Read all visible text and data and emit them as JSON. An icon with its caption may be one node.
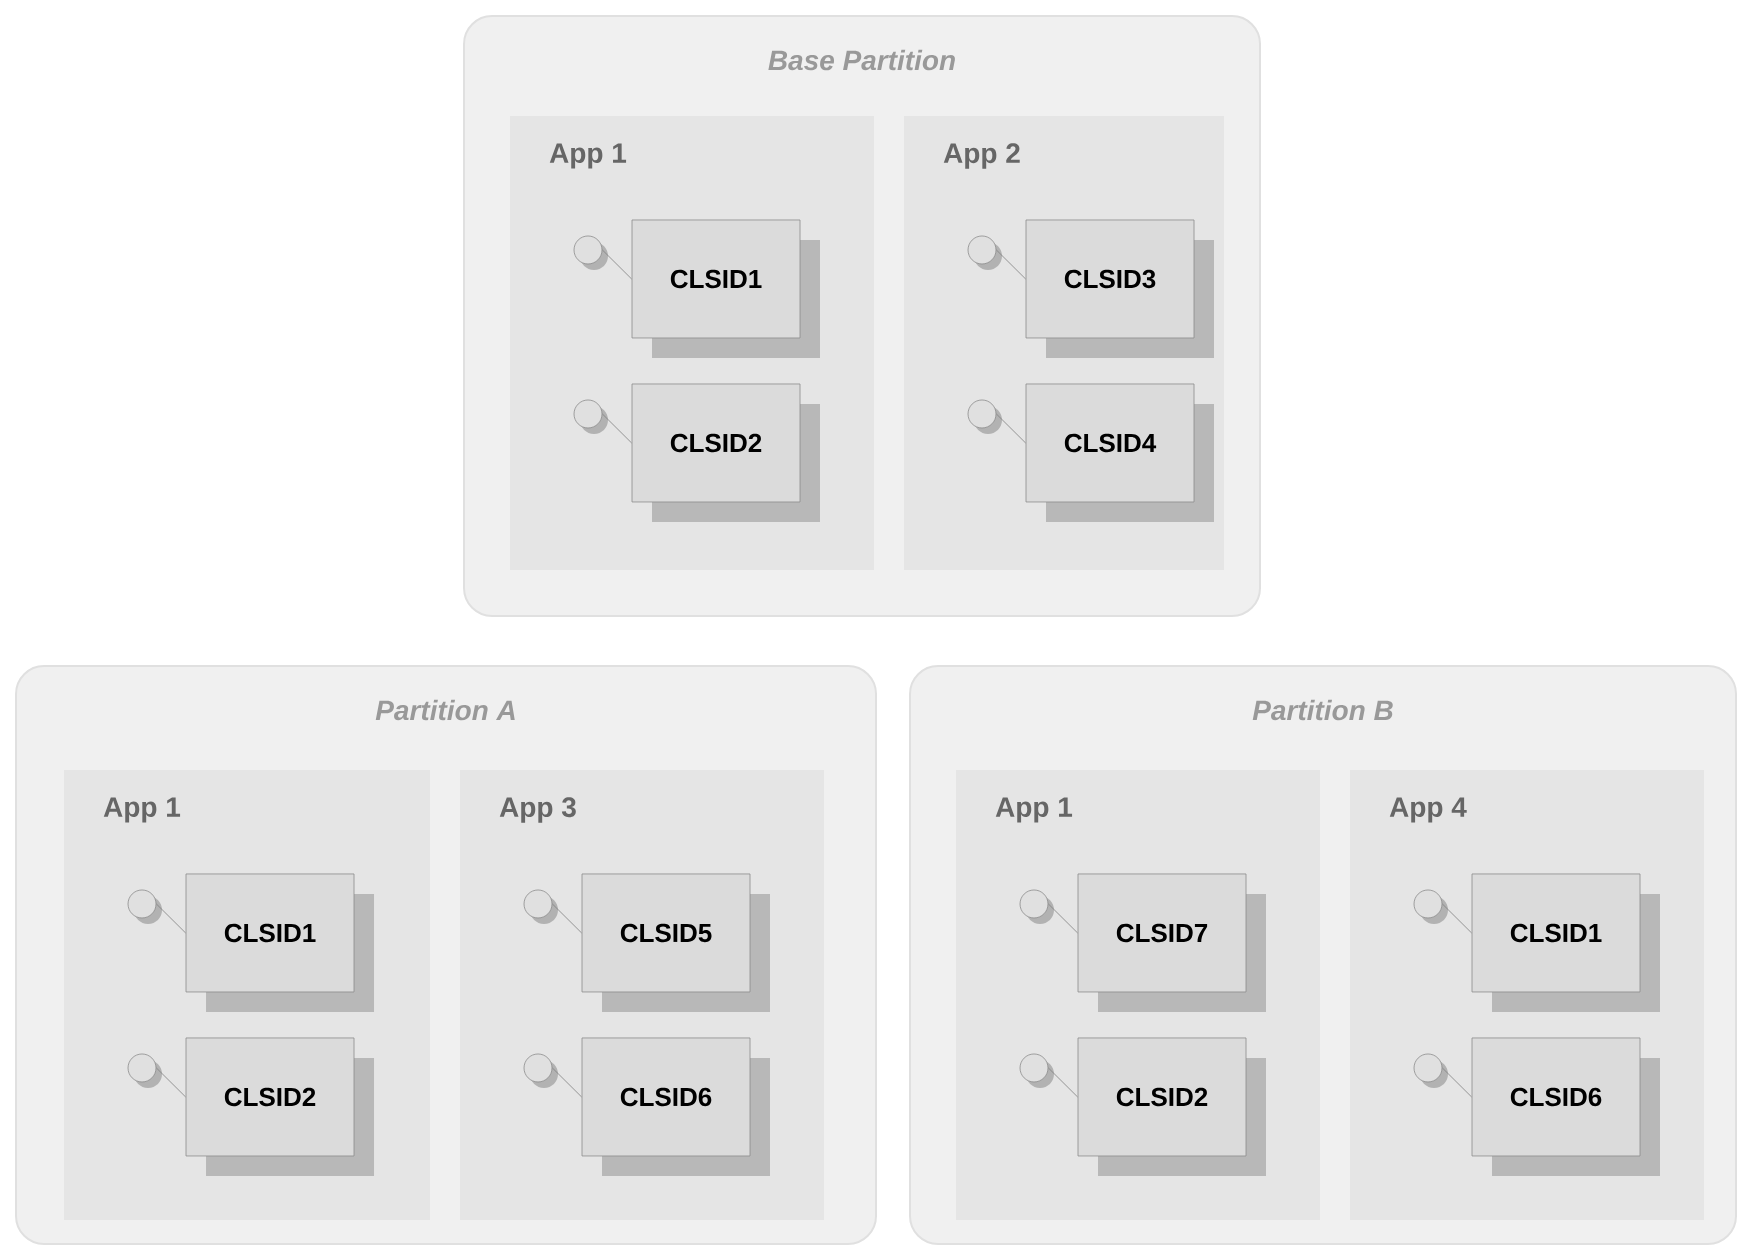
{
  "diagram": {
    "nodes": [
      {
        "text": [
          "Base Partition"
        ]
      },
      {
        "text": [
          "App 1"
        ],
        "in": 0
      },
      {
        "text": [],
        "shape": "circle",
        "in": 1
      },
      {
        "text": [
          "CLSID1"
        ],
        "in": 1
      },
      {
        "text": [],
        "shape": "circle",
        "in": 1
      },
      {
        "text": [
          "CLSID2"
        ],
        "in": 1
      },
      {
        "text": [
          "App 2"
        ],
        "in": 0
      },
      {
        "text": [],
        "shape": "circle",
        "in": 6
      },
      {
        "text": [
          "CLSID3"
        ],
        "in": 6
      },
      {
        "text": [],
        "shape": "circle",
        "in": 6
      },
      {
        "text": [
          "CLSID4"
        ],
        "in": 6
      },
      {
        "text": [
          "Partition A"
        ]
      },
      {
        "text": [
          "App 1"
        ],
        "in": 11
      },
      {
        "text": [],
        "shape": "circle",
        "in": 12
      },
      {
        "text": [
          "CLSID1"
        ],
        "in": 12
      },
      {
        "text": [],
        "shape": "circle",
        "in": 12
      },
      {
        "text": [
          "CLSID2"
        ],
        "in": 12
      },
      {
        "text": [
          "App 3"
        ],
        "in": 11
      },
      {
        "text": [],
        "shape": "circle",
        "in": 17
      },
      {
        "text": [
          "CLSID5"
        ],
        "in": 17
      },
      {
        "text": [],
        "shape": "circle",
        "in": 17
      },
      {
        "text": [
          "CLSID6"
        ],
        "in": 17
      },
      {
        "text": [
          "Partition B"
        ]
      },
      {
        "text": [
          "App 1"
        ],
        "in": 22
      },
      {
        "text": [],
        "shape": "circle",
        "in": 23
      },
      {
        "text": [
          "CLSID7"
        ],
        "in": 23
      },
      {
        "text": [],
        "shape": "circle",
        "in": 23
      },
      {
        "text": [
          "CLSID2"
        ],
        "in": 23
      },
      {
        "text": [
          "App 4"
        ],
        "in": 22
      },
      {
        "text": [],
        "shape": "circle",
        "in": 28
      },
      {
        "text": [
          "CLSID1"
        ],
        "in": 28
      },
      {
        "text": [],
        "shape": "circle",
        "in": 28
      },
      {
        "text": [
          "CLSID6"
        ],
        "in": 28
      }
    ],
    "edges": [
      {
        "from": 2,
        "to": 3,
        "arrow": "none"
      },
      {
        "from": 4,
        "to": 5,
        "arrow": "none"
      },
      {
        "from": 7,
        "to": 8,
        "arrow": "none"
      },
      {
        "from": 9,
        "to": 10,
        "arrow": "none"
      },
      {
        "from": 13,
        "to": 14,
        "arrow": "none"
      },
      {
        "from": 15,
        "to": 16,
        "arrow": "none"
      },
      {
        "from": 18,
        "to": 19,
        "arrow": "none"
      },
      {
        "from": 20,
        "to": 21,
        "arrow": "none"
      },
      {
        "from": 24,
        "to": 25,
        "arrow": "none"
      },
      {
        "from": 26,
        "to": 27,
        "arrow": "none"
      },
      {
        "from": 29,
        "to": 30,
        "arrow": "none"
      },
      {
        "from": 31,
        "to": 32,
        "arrow": "none"
      }
    ]
  }
}
